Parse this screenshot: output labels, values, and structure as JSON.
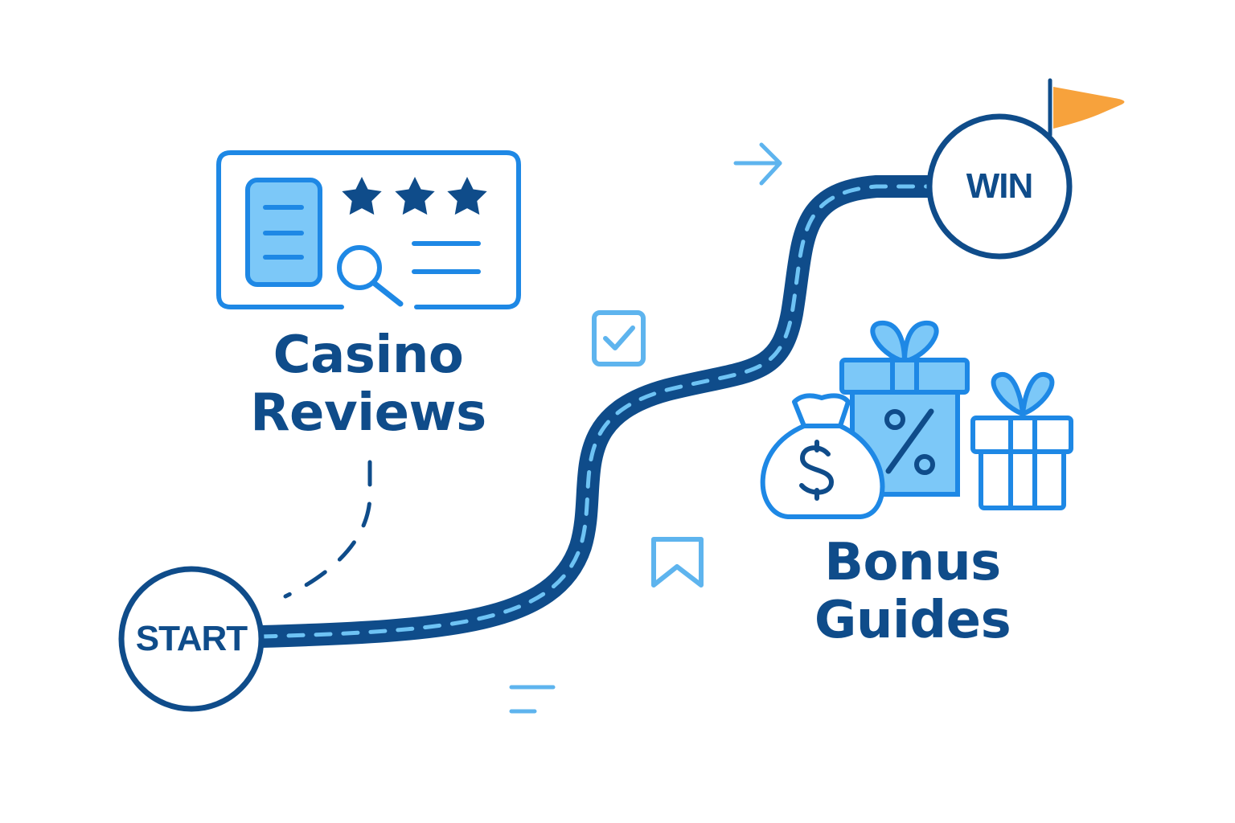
{
  "colors": {
    "dark_blue": "#0f4c8a",
    "mid_blue": "#1e88e5",
    "light_blue": "#7cc8f8",
    "dash_blue": "#6ec3f4",
    "flag_orange": "#f7a23c"
  },
  "nodes": {
    "start_label": "START",
    "win_label": "WIN"
  },
  "sections": {
    "reviews": {
      "line1": "Casino",
      "line2": "Reviews",
      "stars": 3
    },
    "bonus": {
      "line1": "Bonus",
      "line2": "Guides"
    }
  },
  "icons": {
    "review_card": "review-card-icon",
    "stars": "star-icon",
    "magnifier": "magnifier-icon",
    "money_bag": "money-bag-icon",
    "percent_gift": "percent-gift-box-icon",
    "gift": "gift-box-icon",
    "flag": "flag-icon",
    "checkbox": "checkbox-icon",
    "bookmark": "bookmark-icon",
    "arrow": "arrow-right-icon",
    "lines": "lines-icon"
  }
}
